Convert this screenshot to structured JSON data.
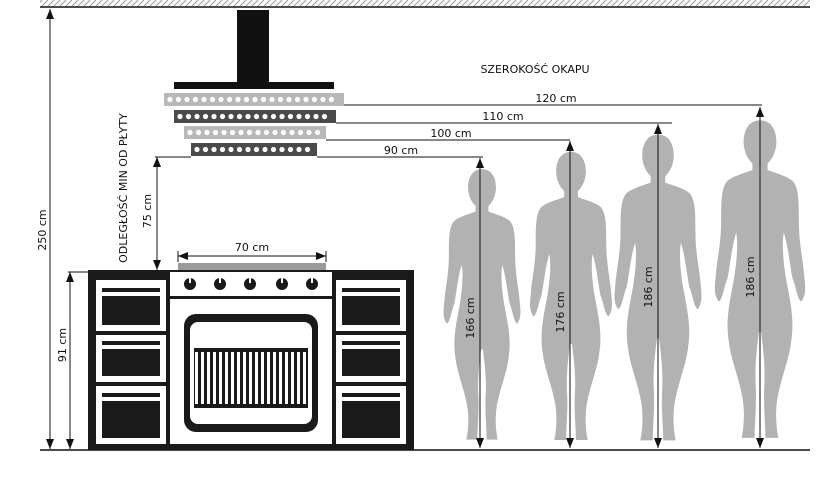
{
  "diagram": {
    "hood_width_title": "SZEROKOŚĆ OKAPU",
    "total_height_label": "250 cm",
    "min_distance_label": "ODLEGŁOŚĆ MIN OD PŁYTY",
    "min_distance_value": "75 cm",
    "counter_height_label": "91 cm",
    "cooktop_width_label": "70 cm",
    "hood_widths": [
      "120 cm",
      "110 cm",
      "100 cm",
      "90 cm"
    ],
    "person_heights": [
      "166 cm",
      "176 cm",
      "186 cm",
      "186 cm"
    ]
  },
  "colors": {
    "line": "#111111",
    "silhouette": "#b2b2b2",
    "hood_light": "#b8b8b8",
    "hood_dark": "#4a4a4a",
    "appliance": "#1a1a1a",
    "ceiling": "#c8c8c8"
  }
}
